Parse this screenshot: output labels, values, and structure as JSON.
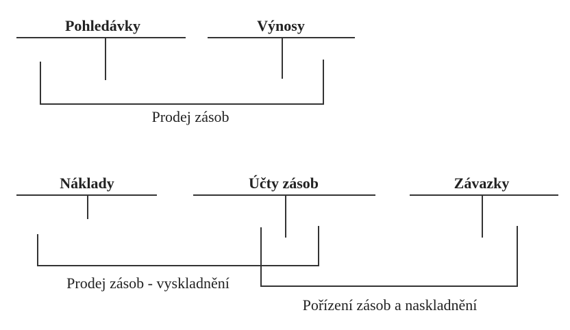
{
  "top": {
    "accounts": [
      "Pohledávky",
      "Výnosy"
    ],
    "transaction": "Prodej zásob"
  },
  "bottom": {
    "accounts": [
      "Náklady",
      "Účty zásob",
      "Závazky"
    ],
    "transactions": [
      "Prodej zásob - vyskladnění",
      "Pořízení zásob a naskladnění"
    ]
  }
}
